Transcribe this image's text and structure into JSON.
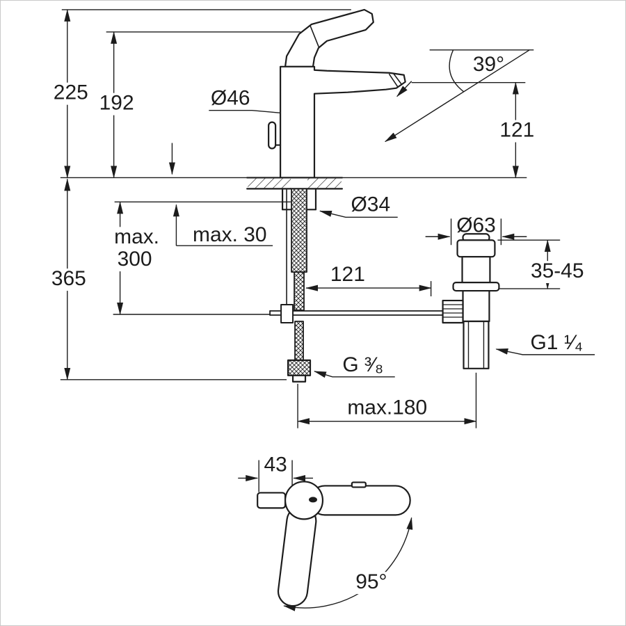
{
  "drawing": {
    "type": "technical-dimension-drawing",
    "subject": "single-lever basin mixer faucet with pop-up drain valve",
    "ink_color": "#1c1c1c",
    "background_color": "#ffffff",
    "labels": {
      "total_height": "225",
      "height_to_outlet": "192",
      "body_diameter": "Ø46",
      "spray_angle": "39°",
      "outlet_clearance": "121",
      "shank_diameter": "Ø34",
      "max_deck_thickness": "max. 30",
      "max_hose_word": "max.",
      "max_hose_value": "300",
      "below_deck_height": "365",
      "drain_offset": "121",
      "drain_diameter": "Ø63",
      "drain_clamp_range": "35-45",
      "drain_thread": "G1 ¹⁄₄",
      "supply_thread": "G ³⁄₈",
      "max_reach": "max.180",
      "handle_depth": "43",
      "handle_swivel_angle": "95°"
    }
  }
}
